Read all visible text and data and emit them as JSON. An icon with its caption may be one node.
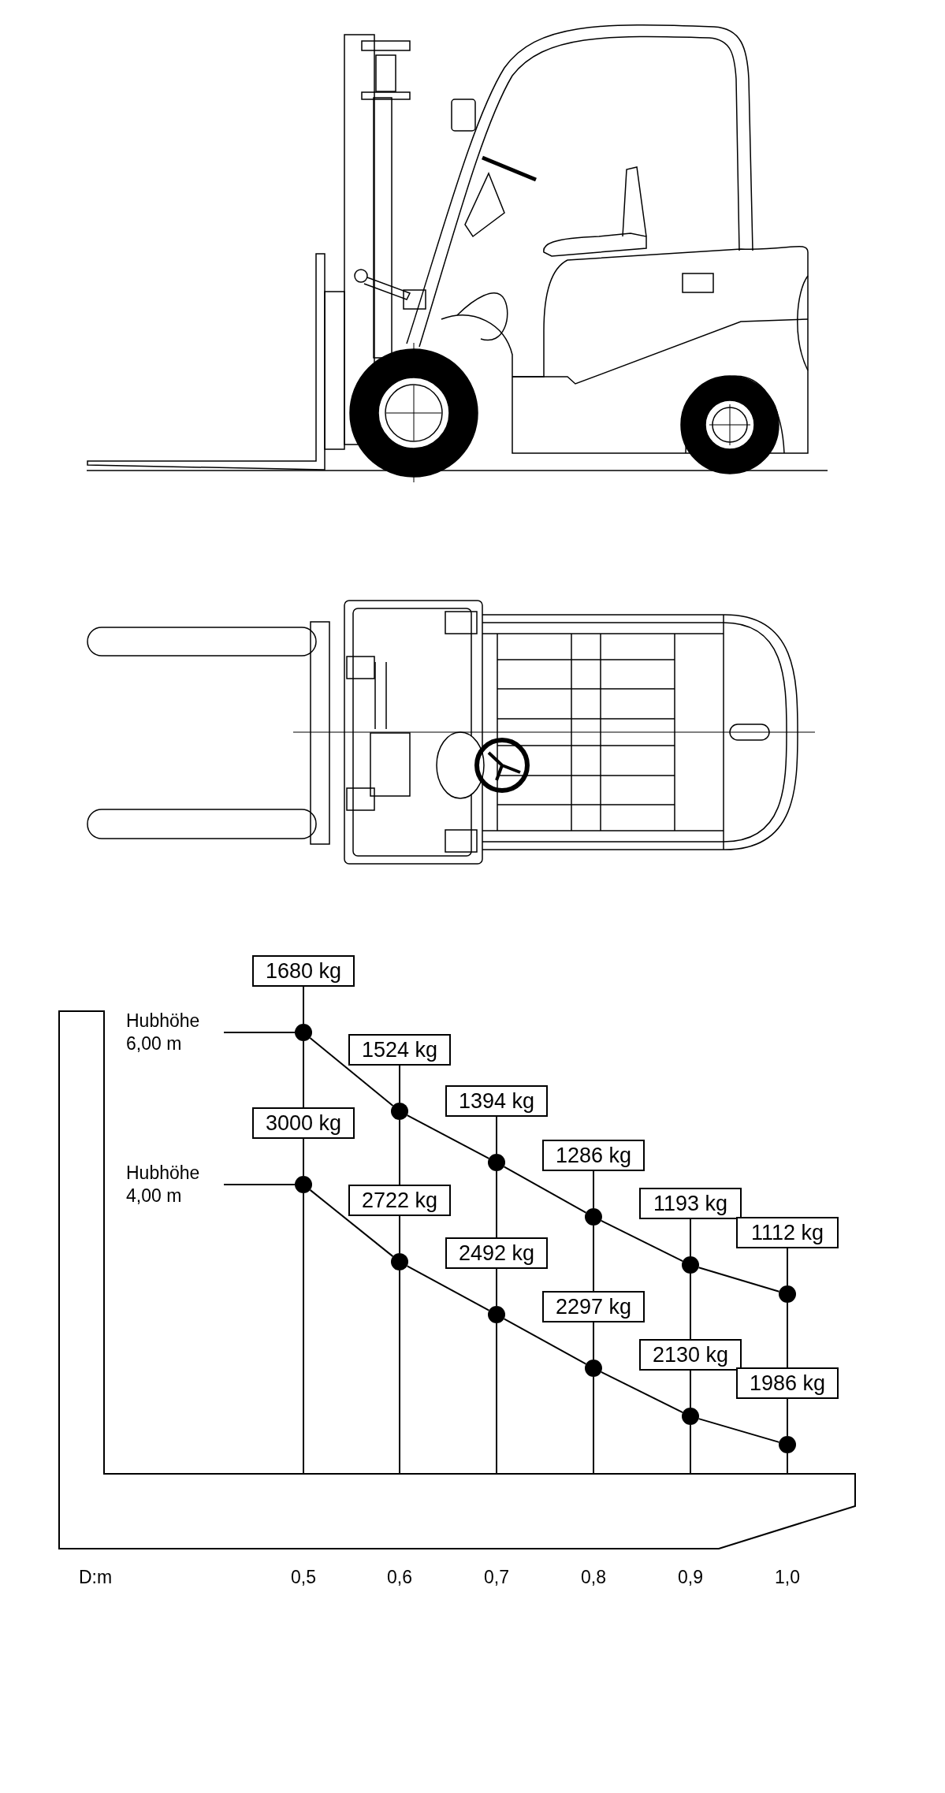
{
  "diagram": {
    "nodes": [
      {
        "text": [
          "1680 kg"
        ]
      },
      {
        "text": [
          "1524 kg"
        ]
      },
      {
        "text": [
          "1394 kg"
        ]
      },
      {
        "text": [
          "1286 kg"
        ]
      },
      {
        "text": [
          "1193 kg"
        ]
      },
      {
        "text": [
          "1112 kg"
        ]
      },
      {
        "text": [
          "3000 kg"
        ]
      },
      {
        "text": [
          "2722 kg"
        ]
      },
      {
        "text": [
          "2492 kg"
        ]
      },
      {
        "text": [
          "2297 kg"
        ]
      },
      {
        "text": [
          "2130 kg"
        ]
      },
      {
        "text": [
          "1986 kg"
        ]
      },
      {
        "text": [],
        "shape": "circle"
      },
      {
        "text": [],
        "shape": "circle"
      },
      {
        "text": [],
        "shape": "circle"
      },
      {
        "text": [],
        "shape": "circle"
      },
      {
        "text": [],
        "shape": "circle"
      },
      {
        "text": [],
        "shape": "circle"
      },
      {
        "text": [],
        "shape": "circle"
      },
      {
        "text": [],
        "shape": "circle"
      },
      {
        "text": [],
        "shape": "circle"
      },
      {
        "text": [],
        "shape": "circle"
      },
      {
        "text": [],
        "shape": "circle"
      },
      {
        "text": [],
        "shape": "circle"
      },
      {
        "text": [
          "Hubhöhe 6,00 m"
        ]
      },
      {
        "text": [
          "Hubhöhe 4,00 m"
        ]
      }
    ],
    "edges": [
      {
        "from": 24,
        "to": 12,
        "arrow": "none"
      },
      {
        "from": 25,
        "to": 18,
        "arrow": "none"
      },
      {
        "from": 12,
        "to": 13,
        "arrow": "none"
      },
      {
        "from": 13,
        "to": 14,
        "arrow": "none"
      },
      {
        "from": 14,
        "to": 15,
        "arrow": "none"
      },
      {
        "from": 15,
        "to": 16,
        "arrow": "none"
      },
      {
        "from": 16,
        "to": 17,
        "arrow": "none"
      },
      {
        "from": 18,
        "to": 19,
        "arrow": "none"
      },
      {
        "from": 19,
        "to": 20,
        "arrow": "none"
      },
      {
        "from": 20,
        "to": 21,
        "arrow": "none"
      },
      {
        "from": 21,
        "to": 22,
        "arrow": "none"
      },
      {
        "from": 22,
        "to": 23,
        "arrow": "none"
      },
      {
        "from": 0,
        "to": 12,
        "arrow": "none"
      },
      {
        "from": 12,
        "to": 6,
        "arrow": "none"
      },
      {
        "from": 6,
        "to": 18,
        "arrow": "none"
      },
      {
        "from": 1,
        "to": 13,
        "arrow": "none"
      },
      {
        "from": 13,
        "to": 7,
        "arrow": "none"
      },
      {
        "from": 7,
        "to": 19,
        "arrow": "none"
      },
      {
        "from": 2,
        "to": 14,
        "arrow": "none"
      },
      {
        "from": 14,
        "to": 8,
        "arrow": "none"
      },
      {
        "from": 8,
        "to": 20,
        "arrow": "none"
      },
      {
        "from": 3,
        "to": 15,
        "arrow": "none"
      },
      {
        "from": 15,
        "to": 9,
        "arrow": "none"
      },
      {
        "from": 9,
        "to": 21,
        "arrow": "none"
      },
      {
        "from": 4,
        "to": 16,
        "arrow": "none"
      },
      {
        "from": 16,
        "to": 10,
        "arrow": "none"
      },
      {
        "from": 10,
        "to": 22,
        "arrow": "none"
      },
      {
        "from": 5,
        "to": 17,
        "arrow": "none"
      },
      {
        "from": 17,
        "to": 11,
        "arrow": "none"
      },
      {
        "from": 11,
        "to": 23,
        "arrow": "none"
      }
    ],
    "labels": [
      "D:m",
      "0,5",
      "0,6",
      "0,7",
      "0,8",
      "0,9",
      "1,0"
    ]
  }
}
